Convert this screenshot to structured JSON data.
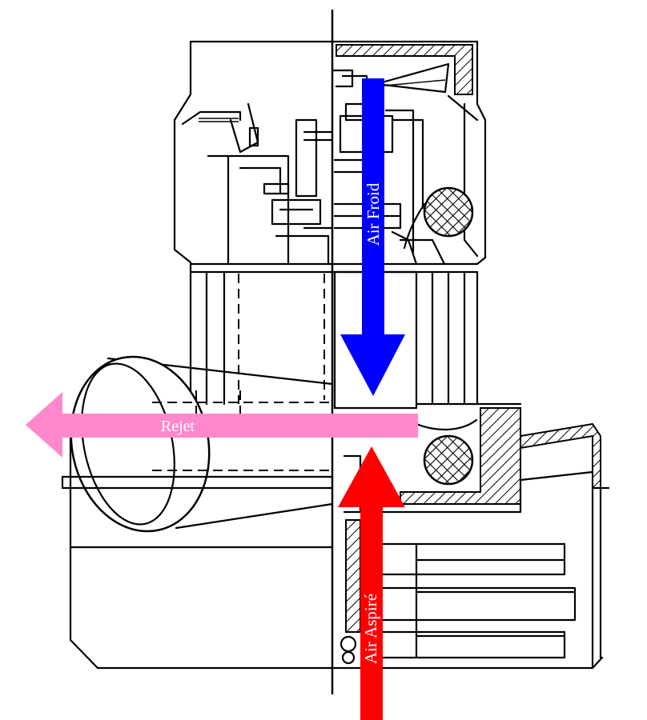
{
  "labels": {
    "cold_air": "Air Froid",
    "exhaust": "Rejet",
    "suction_air": "Air Aspiré"
  },
  "colors": {
    "cold_air": "#0000ff",
    "exhaust": "#ff88cc",
    "suction_air": "#ff0000",
    "drawing": "#000000",
    "background": "#ffffff"
  }
}
